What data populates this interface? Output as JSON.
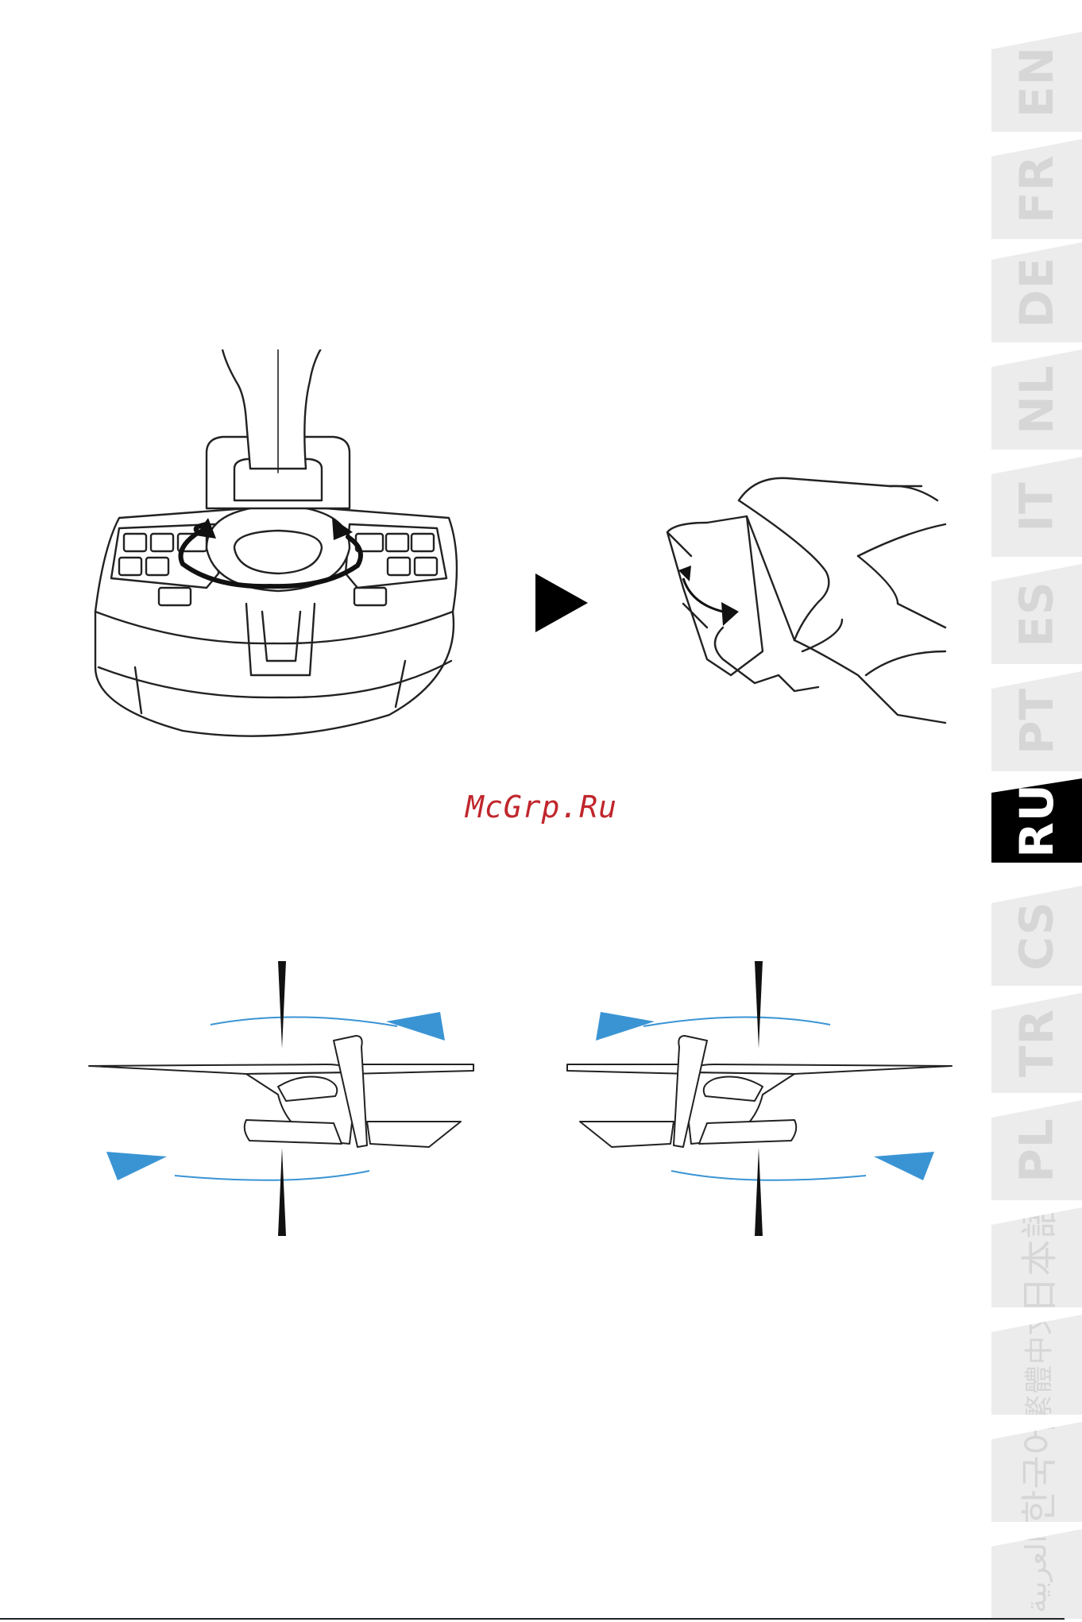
{
  "language_tabs": [
    {
      "label": "EN",
      "active": false,
      "font": "latin"
    },
    {
      "label": "FR",
      "active": false,
      "font": "latin"
    },
    {
      "label": "DE",
      "active": false,
      "font": "latin"
    },
    {
      "label": "NL",
      "active": false,
      "font": "latin"
    },
    {
      "label": "IT",
      "active": false,
      "font": "latin"
    },
    {
      "label": "ES",
      "active": false,
      "font": "latin"
    },
    {
      "label": "PT",
      "active": false,
      "font": "latin"
    },
    {
      "label": "RU",
      "active": true,
      "font": "latin"
    },
    {
      "label": "CS",
      "active": false,
      "font": "latin"
    },
    {
      "label": "TR",
      "active": false,
      "font": "latin"
    },
    {
      "label": "PL",
      "active": false,
      "font": "latin"
    },
    {
      "label": "日本語",
      "active": false,
      "font": "cjk"
    },
    {
      "label": "繁體中文",
      "active": false,
      "font": "cjk"
    },
    {
      "label": "한국어",
      "active": false,
      "font": "cjk"
    },
    {
      "label": "العربية",
      "active": false,
      "font": "cjk"
    }
  ],
  "watermark": "McGrp.Ru",
  "colors": {
    "tab_inactive_bg": "#ececec",
    "tab_inactive_text": "#d6d6d6",
    "tab_active_bg": "#000000",
    "tab_active_text": "#ffffff",
    "rotation_arrow": "#3a94d4",
    "watermark": "#c0262c"
  },
  "illustrations": [
    {
      "name": "joystick-twist",
      "icon": "joystick-icon"
    },
    {
      "name": "play-arrow",
      "icon": "play-arrow-icon"
    },
    {
      "name": "hand-twist-gesture",
      "icon": "hand-icon"
    },
    {
      "name": "airplane-yaw-right",
      "icon": "airplane-icon"
    },
    {
      "name": "airplane-yaw-left",
      "icon": "airplane-icon"
    }
  ]
}
